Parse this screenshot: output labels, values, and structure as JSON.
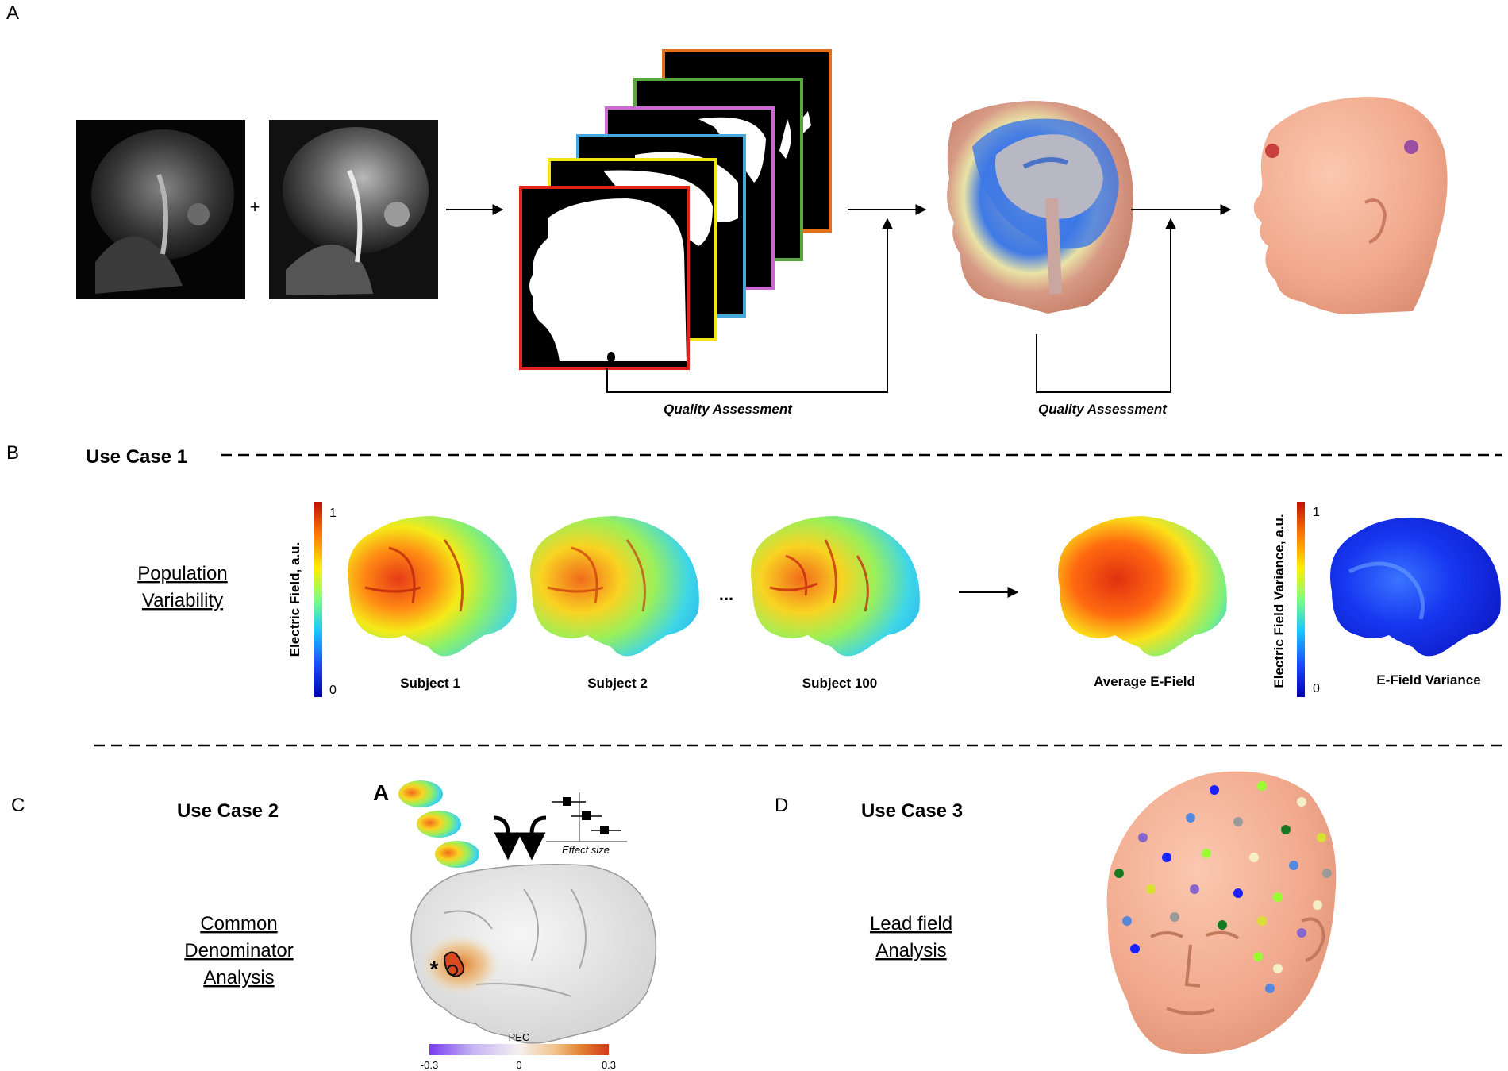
{
  "panels": {
    "a": {
      "label": "A",
      "plus": "+",
      "qa_left": "Quality Assessment",
      "qa_right": "Quality Assessment"
    },
    "b": {
      "label": "B",
      "use_case": "Use Case 1",
      "analysis": [
        "Population",
        "Variability"
      ],
      "colorbar_left": {
        "label": "Electric Field, a.u.",
        "max": "1",
        "min": "0"
      },
      "colorbar_right": {
        "label": "Electric Field Variance, a.u.",
        "max": "1",
        "min": "0"
      },
      "subjects": [
        "Subject 1",
        "Subject 2",
        "Subject 100"
      ],
      "ellipsis": "...",
      "average": "Average E-Field",
      "variance": "E-Field Variance"
    },
    "c": {
      "label": "C",
      "use_case": "Use Case 2",
      "analysis": [
        "Common",
        "Denominator",
        "Analysis"
      ],
      "inset_label": "A",
      "effect_size": "Effect size",
      "asterisk": "*",
      "pec": {
        "title": "PEC",
        "min": "-0.3",
        "mid": "0",
        "max": "0.3"
      }
    },
    "d": {
      "label": "D",
      "use_case": "Use Case 3",
      "analysis": [
        "Lead field",
        "Analysis"
      ]
    }
  },
  "colors": {
    "mask_frames": [
      "#e2231a",
      "#f1e419",
      "#45a9dd",
      "#c86ad0",
      "#58a83e",
      "#e2701d"
    ],
    "electrode_dots": [
      "#1a22ff",
      "#99ff33",
      "#f4efc8",
      "#5588dd",
      "#9a9a9a",
      "#177a22",
      "#d8e033",
      "#8866cc"
    ],
    "skin": "#f1a98d",
    "jet": [
      "#0000b0",
      "#1a4dff",
      "#19c8ff",
      "#7dff80",
      "#ffee00",
      "#ff7b00",
      "#c01000"
    ],
    "pec": [
      "#7a3cf0",
      "#c6b7f4",
      "#f4f0f0",
      "#f2c38a",
      "#e07f30",
      "#d43a1c"
    ]
  }
}
